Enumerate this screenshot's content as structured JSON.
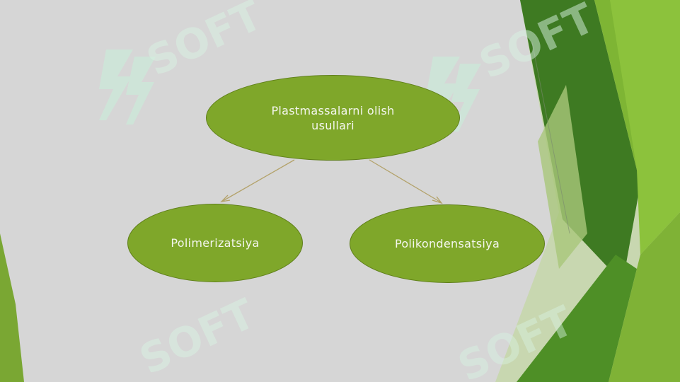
{
  "diagram": {
    "root_label": "Plastmassalarni olish usullari",
    "child_left_label": "Polimerizatsiya",
    "child_right_label": "Polikondensatsiya"
  },
  "watermark": {
    "text": "SOFT"
  },
  "colors": {
    "slide_background": "#d6d6d6",
    "node_fill": "#7fa72a",
    "node_border": "#5f7f1a",
    "node_text": "#f4f6ee",
    "connector": "#b3a26a",
    "decor_dark_green": "#3f7a22",
    "decor_light_green": "#8fbf3a",
    "watermark": "#c9f0da"
  }
}
